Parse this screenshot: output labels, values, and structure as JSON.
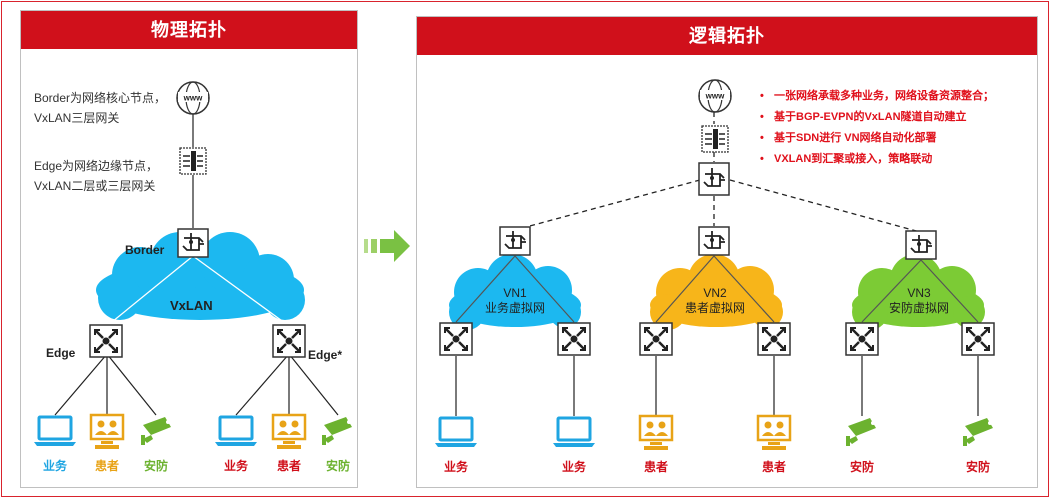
{
  "left_panel": {
    "title": "物理拓扑",
    "border_desc_line1": "Border为网络核心节点，",
    "border_desc_line2": "VxLAN三层网关",
    "edge_desc_line1": "Edge为网络边缘节点，",
    "edge_desc_line2": "VxLAN二层或三层网关",
    "border_label": "Border",
    "cloud_label": "VxLAN",
    "edge_left_label": "Edge",
    "edge_right_label": "Edge*",
    "endpoints": [
      {
        "label": "业务",
        "color": "#1fa5e2",
        "icon": "laptop-icon"
      },
      {
        "label": "患者",
        "color": "#e8a317",
        "icon": "patient-icon"
      },
      {
        "label": "安防",
        "color": "#6cb22f",
        "icon": "camera-icon"
      },
      {
        "label": "业务",
        "color": "#d0101b",
        "icon": "laptop-icon"
      },
      {
        "label": "患者",
        "color": "#d0101b",
        "icon": "patient-icon"
      },
      {
        "label": "安防",
        "color": "#6cb22f",
        "icon": "camera-icon"
      }
    ]
  },
  "right_panel": {
    "title": "逻辑拓扑",
    "bullets": [
      "一张网络承载多种业务，网络设备资源整合；",
      "基于BGP-EVPN的VxLAN隧道自动建立",
      "基于SDN进行 VN网络自动化部署",
      "VXLAN到汇聚或接入，策略联动"
    ],
    "vns": [
      {
        "name": "VN1",
        "desc": "业务虚拟网",
        "color": "#1cb8f0"
      },
      {
        "name": "VN2",
        "desc": "患者虚拟网",
        "color": "#f7b51a"
      },
      {
        "name": "VN3",
        "desc": "安防虚拟网",
        "color": "#7ccb35"
      }
    ],
    "endpoints": [
      {
        "label": "业务",
        "color": "#d0101b",
        "icon": "laptop-icon"
      },
      {
        "label": "业务",
        "color": "#d0101b",
        "icon": "laptop-icon"
      },
      {
        "label": "患者",
        "color": "#d0101b",
        "icon": "patient-icon"
      },
      {
        "label": "患者",
        "color": "#d0101b",
        "icon": "patient-icon"
      },
      {
        "label": "安防",
        "color": "#d0101b",
        "icon": "camera-icon"
      },
      {
        "label": "安防",
        "color": "#d0101b",
        "icon": "camera-icon"
      }
    ]
  },
  "www_icon_text": "www",
  "colors": {
    "brand_red": "#d0101b",
    "arrow_green": "#7ac143",
    "cloud_blue": "#1cb8f0"
  }
}
